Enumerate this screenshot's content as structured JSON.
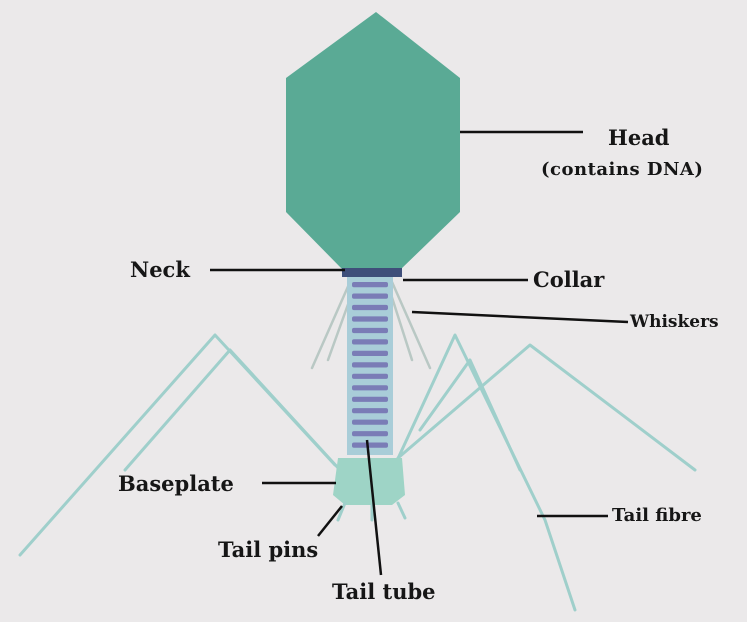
{
  "diagram": {
    "labels": {
      "head": "Head",
      "head_sub": "(contains DNA)",
      "neck": "Neck",
      "collar": "Collar",
      "whiskers": "Whiskers",
      "baseplate": "Baseplate",
      "tail_pins": "Tail pins",
      "tail_tube": "Tail tube",
      "tail_fibre": "Tail fibre"
    },
    "colors": {
      "head": "#5aaa95",
      "tail_band": "#7a7cb6",
      "tail_gap": "#a9cdd8",
      "baseplate": "#9ed4c6",
      "fibre": "#9fcfcb",
      "whisker": "#b9c8c4",
      "leader": "#111111",
      "background": "#ebe9ea"
    }
  }
}
